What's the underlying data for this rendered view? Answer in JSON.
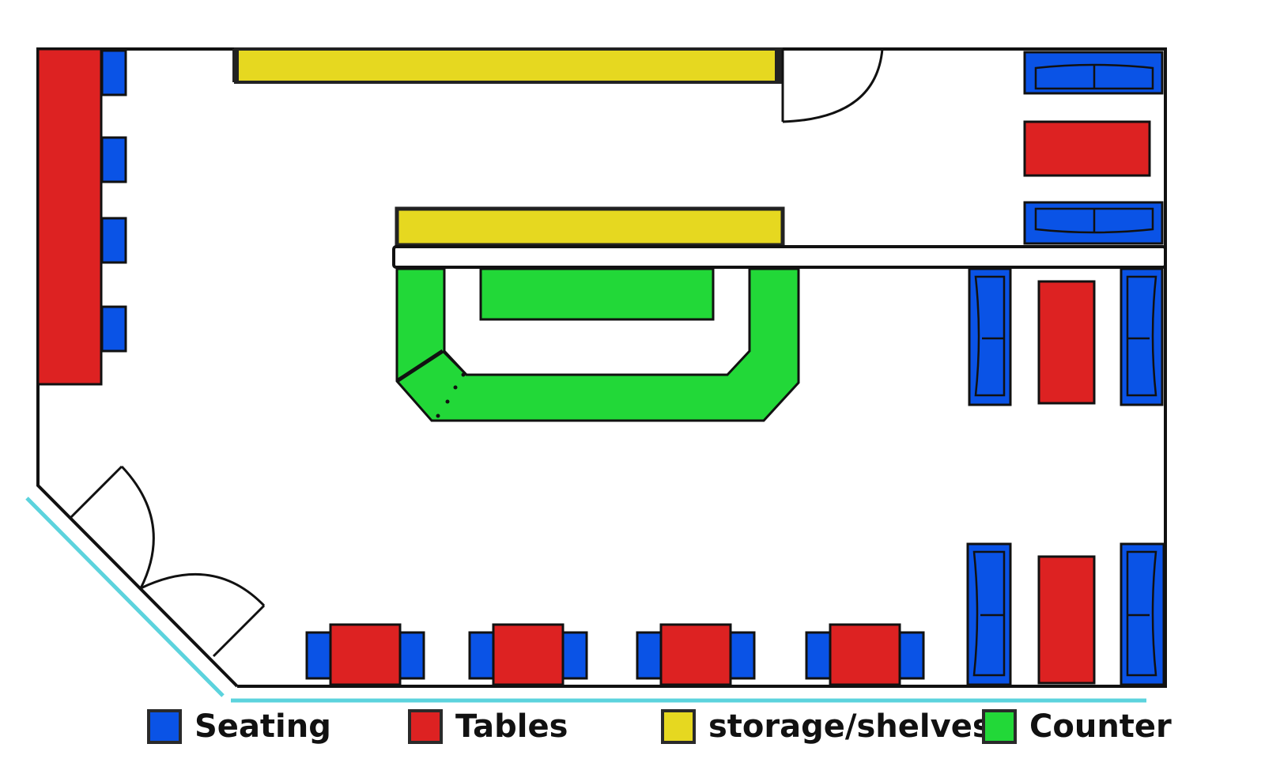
{
  "colors": {
    "seating": "#0a53e6",
    "tables": "#dd2222",
    "storage": "#e6d820",
    "counter": "#22d838",
    "wall": "#111111",
    "window": "#5cd3dd"
  },
  "legend": [
    {
      "key": "seating",
      "label": "Seating",
      "color": "#0a53e6"
    },
    {
      "key": "tables",
      "label": "Tables",
      "color": "#dd2222"
    },
    {
      "key": "storage",
      "label": "storage/shelves",
      "color": "#e6d820"
    },
    {
      "key": "counter",
      "label": "Counter",
      "color": "#22d838"
    }
  ]
}
